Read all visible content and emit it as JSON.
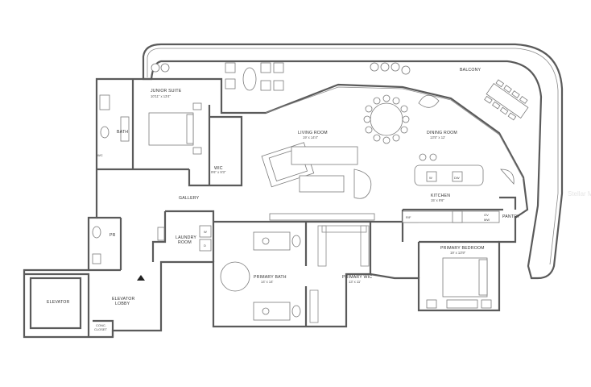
{
  "rooms": {
    "balcony": {
      "name": "BALCONY"
    },
    "junior_suite": {
      "name": "JUNIOR SUITE",
      "dims": "10'11\" x 13'4\""
    },
    "bath": {
      "name": "BATH"
    },
    "wic_small": {
      "name": "WIC",
      "dims": "9'6\" x 9'3\""
    },
    "living_room": {
      "name": "LIVING ROOM",
      "dims": "19' x 14'4\""
    },
    "dining_room": {
      "name": "DINING ROOM",
      "dims": "13'5\" x 12'"
    },
    "kitchen": {
      "name": "KITCHEN",
      "dims": "15' x 9'6\""
    },
    "gallery": {
      "name": "GALLERY"
    },
    "laundry_room": {
      "name": "LAUNDRY\nROOM",
      "line1": "LAUNDRY",
      "line2": "ROOM"
    },
    "pr": {
      "name": "PR"
    },
    "primary_bath": {
      "name": "PRIMARY BATH",
      "dims": "14' x 14'"
    },
    "primary_wic": {
      "name": "PRIMARY WIC",
      "dims": "13' x 11'"
    },
    "primary_bedroom": {
      "name": "PRIMARY BEDROOM",
      "dims": "19' x 13'9\""
    },
    "elevator": {
      "name": "ELEVATOR"
    },
    "elevator_lobby": {
      "line1": "ELEVATOR",
      "line2": "LOBBY"
    },
    "conc_closet": {
      "line1": "CONC.",
      "line2": "CLOSET"
    },
    "pantry": {
      "name": "PANTRY"
    }
  },
  "appliances": {
    "w": "W",
    "d": "D",
    "dw": "DW",
    "rf": "R/F",
    "ov": "OV",
    "mw": "MW",
    "wc": "WC"
  },
  "watermark": "Stellar MLS"
}
